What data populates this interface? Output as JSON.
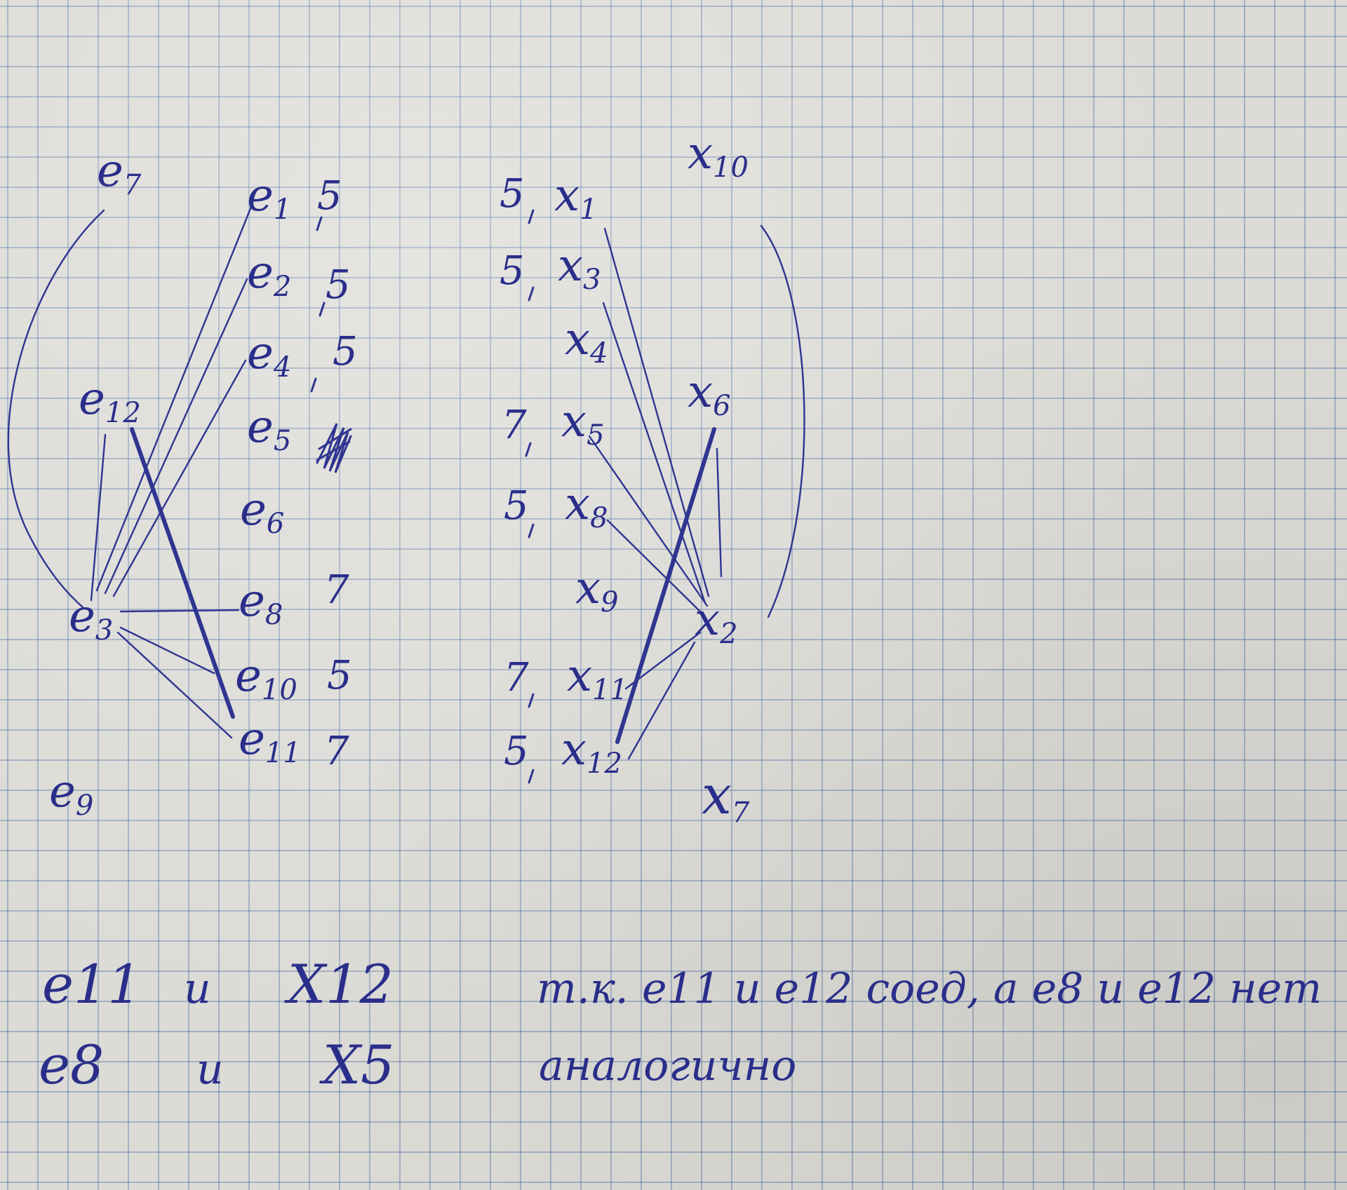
{
  "left_nodes": [
    {
      "id": "e7",
      "letter": "e",
      "sub": "7"
    },
    {
      "id": "e1",
      "letter": "e",
      "sub": "1",
      "weight": "5"
    },
    {
      "id": "e2",
      "letter": "e",
      "sub": "2",
      "weight": "5"
    },
    {
      "id": "e4",
      "letter": "e",
      "sub": "4",
      "weight": "5"
    },
    {
      "id": "e5",
      "letter": "e",
      "sub": "5"
    },
    {
      "id": "e6",
      "letter": "e",
      "sub": "6"
    },
    {
      "id": "e8",
      "letter": "e",
      "sub": "8",
      "weight": "7"
    },
    {
      "id": "e10",
      "letter": "e",
      "sub": "10",
      "weight": "5"
    },
    {
      "id": "e11",
      "letter": "e",
      "sub": "11",
      "weight": "7"
    },
    {
      "id": "e12",
      "letter": "e",
      "sub": "12"
    },
    {
      "id": "e3",
      "letter": "e",
      "sub": "3"
    },
    {
      "id": "e9",
      "letter": "e",
      "sub": "9"
    }
  ],
  "right_nodes": [
    {
      "id": "x10",
      "letter": "x",
      "sub": "10"
    },
    {
      "id": "x1",
      "letter": "x",
      "sub": "1",
      "weight": "5"
    },
    {
      "id": "x3",
      "letter": "x",
      "sub": "3",
      "weight": "5"
    },
    {
      "id": "x4",
      "letter": "x",
      "sub": "4"
    },
    {
      "id": "x6",
      "letter": "x",
      "sub": "6"
    },
    {
      "id": "x5",
      "letter": "x",
      "sub": "5",
      "weight": "7"
    },
    {
      "id": "x8",
      "letter": "x",
      "sub": "8",
      "weight": "5"
    },
    {
      "id": "x9",
      "letter": "x",
      "sub": "9"
    },
    {
      "id": "x2",
      "letter": "x",
      "sub": "2"
    },
    {
      "id": "x11",
      "letter": "x",
      "sub": "11",
      "weight": "7"
    },
    {
      "id": "x12",
      "letter": "x",
      "sub": "12",
      "weight": "5"
    },
    {
      "id": "x7",
      "letter": "x",
      "sub": "7"
    }
  ],
  "mapping": [
    {
      "left": "e11",
      "conj": "и",
      "right": "X12",
      "note": "т.к. e11 и e12 соед, а e8 и e12 нет"
    },
    {
      "left": "e8",
      "conj": "и",
      "right": "X5",
      "note": "аналогично"
    }
  ],
  "ink_color": "#2f3590"
}
